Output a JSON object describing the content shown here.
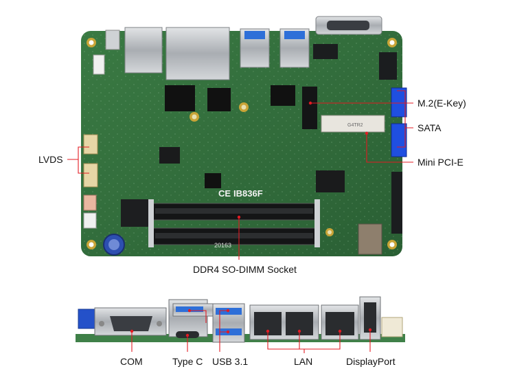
{
  "top_view": {
    "labels": {
      "m2": "M.2(E-Key)",
      "sata": "SATA",
      "mini_pcie": "Mini PCI-E",
      "lvds": "LVDS",
      "ddr4": "DDR4 SO-DIMM Socket"
    },
    "silkscreen": {
      "ce_mark": "CE",
      "board_id": "IB836F",
      "slot_text": "20163",
      "mpcie_text": "G4TR2"
    }
  },
  "io_view": {
    "labels": {
      "com": "COM",
      "typec": "Type C",
      "usb": "USB 3.1",
      "lan": "LAN",
      "dp": "DisplayPort"
    }
  },
  "colors": {
    "pcb": "#2f6b3a",
    "pcb_light": "#3f8048",
    "leader": "#e31b23",
    "label": "#111111",
    "usb_blue": "#2e6fd8",
    "sata_blue": "#1f4fe0",
    "metal": "#b9bcc0"
  }
}
